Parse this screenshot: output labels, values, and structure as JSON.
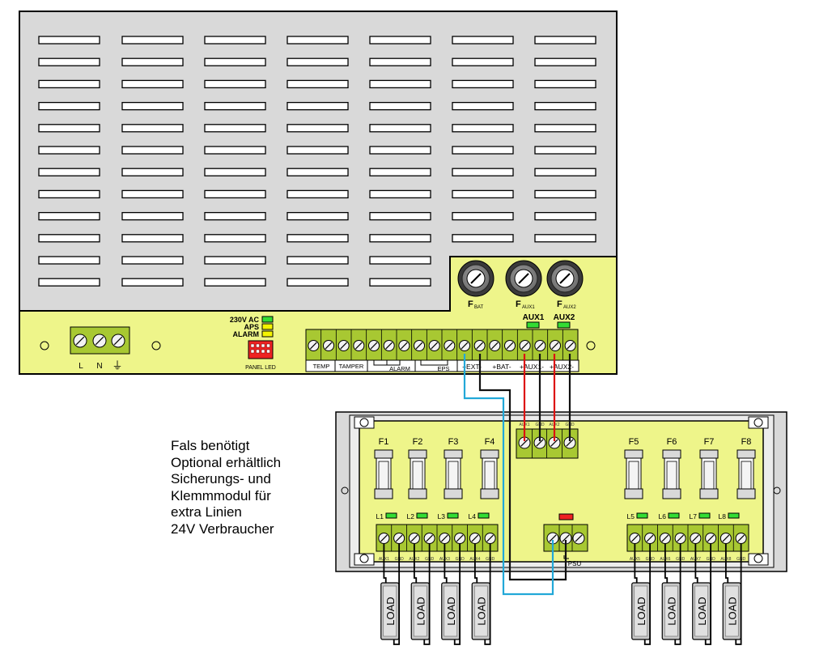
{
  "main_unit": {
    "fuses": [
      "F",
      "F",
      "F"
    ],
    "fuse_subs": [
      "BAT",
      "AUX1",
      "AUX2"
    ],
    "aux_leds": [
      "AUX1",
      "AUX2"
    ],
    "mains_terminals": [
      "L",
      "N",
      "⏚"
    ],
    "status_leds": [
      "230V AC",
      "APS",
      "ALARM"
    ],
    "panel_led_label": "PANEL LED",
    "terminal_groups": [
      "TEMP",
      "TAMPER",
      "ALARM",
      "EPS",
      "+EXT-",
      "+BAT-",
      "+AUX1-",
      "+AUX2-"
    ]
  },
  "module": {
    "fuses_left": [
      "F1",
      "F2",
      "F3",
      "F4"
    ],
    "fuses_right": [
      "F5",
      "F6",
      "F7",
      "F8"
    ],
    "leds_left": [
      "L1",
      "L2",
      "L3",
      "L4"
    ],
    "leds_right": [
      "L5",
      "L6",
      "L7",
      "L8"
    ],
    "input_labels": [
      "AUX1",
      "GND",
      "AUX2",
      "GND"
    ],
    "out_labels_left": [
      "AUX1",
      "GND",
      "AUX2",
      "GND",
      "AUX3",
      "GND",
      "AUX4",
      "GND"
    ],
    "out_labels_right": [
      "AUX5",
      "GND",
      "AUX6",
      "GND",
      "AUX7",
      "GND",
      "AUX8",
      "GND"
    ],
    "psu_label": "PSU",
    "load_label": "LOAD"
  },
  "note": {
    "text": "Fals benötigt\nOptional erhältlich\nSicherungs- und\nKlemmmodul für\nextra Linien\n24V Verbraucher"
  },
  "colors": {
    "panel": "#d9d9d9",
    "board": "#eef58a",
    "terminal": "#a8c832",
    "led_green": "#33dd33",
    "led_yellow": "#f4f400",
    "led_red": "#ee2222",
    "wire_red": "#dd1111",
    "wire_blue": "#22a8d8",
    "wire_black": "#111111"
  }
}
